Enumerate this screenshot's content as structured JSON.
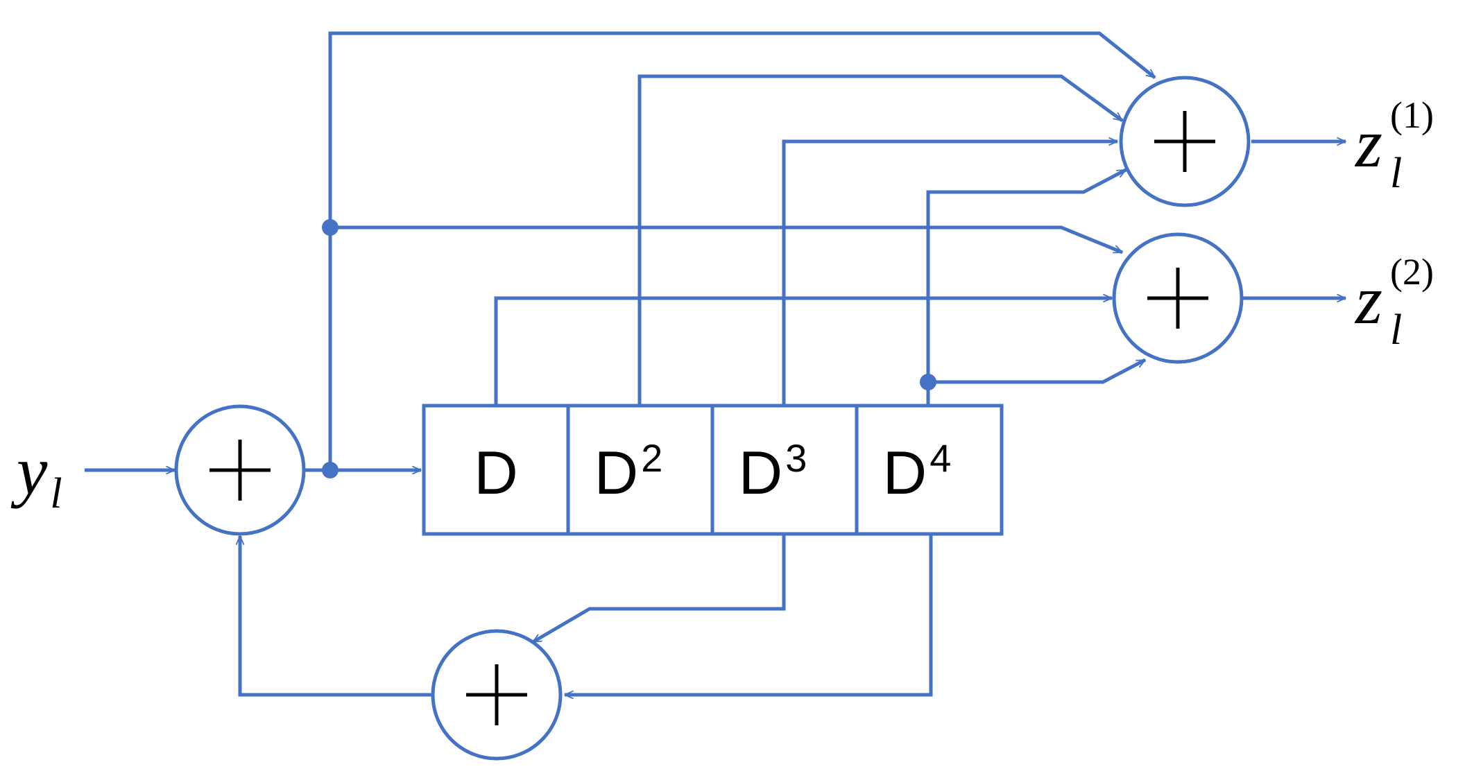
{
  "colors": {
    "wire": "#4472c4",
    "junction": "#4472c4",
    "text": "#000000"
  },
  "adder_symbol": "+",
  "input": {
    "base": "y",
    "subscript": "l"
  },
  "outputs": [
    {
      "base": "z",
      "subscript": "l",
      "superscript": "(1)"
    },
    {
      "base": "z",
      "subscript": "l",
      "superscript": "(2)"
    }
  ],
  "registers": [
    {
      "base": "D",
      "exponent": ""
    },
    {
      "base": "D",
      "exponent": "2"
    },
    {
      "base": "D",
      "exponent": "3"
    },
    {
      "base": "D",
      "exponent": "4"
    }
  ]
}
